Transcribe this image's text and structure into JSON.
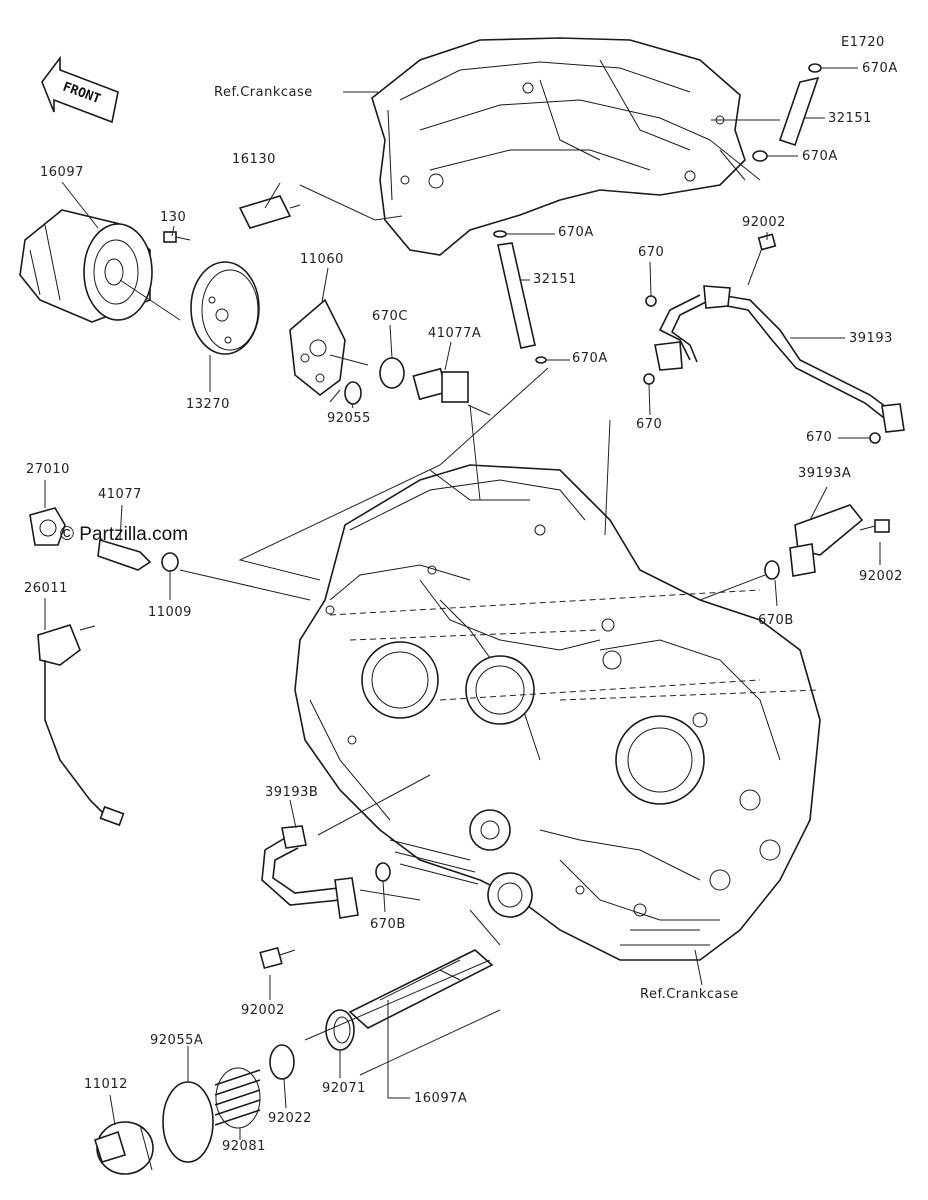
{
  "diagram": {
    "code": "E1720",
    "front_label": "FRONT",
    "watermark": "© Partzilla.com",
    "labels": {
      "ref_crankcase_top": "Ref.Crankcase",
      "ref_crankcase_bottom": "Ref.Crankcase",
      "p16097": "16097",
      "p130": "130",
      "p13270": "13270",
      "p16130": "16130",
      "p11060": "11060",
      "p670c": "670C",
      "p41077a": "41077A",
      "p92055": "92055",
      "p670a_1": "670A",
      "p32151_1": "32151",
      "p670a_2": "670A",
      "p670a_3": "670A",
      "p32151_2": "32151",
      "p670a_4": "670A",
      "p670_1": "670",
      "p92002_1": "92002",
      "p39193": "39193",
      "p670_2": "670",
      "p670_3": "670",
      "p39193a": "39193A",
      "p92002_2": "92002",
      "p670b_1": "670B",
      "p27010": "27010",
      "p41077": "41077",
      "p11009": "11009",
      "p26011": "26011",
      "p39193b": "39193B",
      "p670b_2": "670B",
      "p92002_3": "92002",
      "p92055a": "92055A",
      "p11012": "11012",
      "p92081": "92081",
      "p92022": "92022",
      "p92071": "92071",
      "p16097a": "16097A"
    }
  }
}
